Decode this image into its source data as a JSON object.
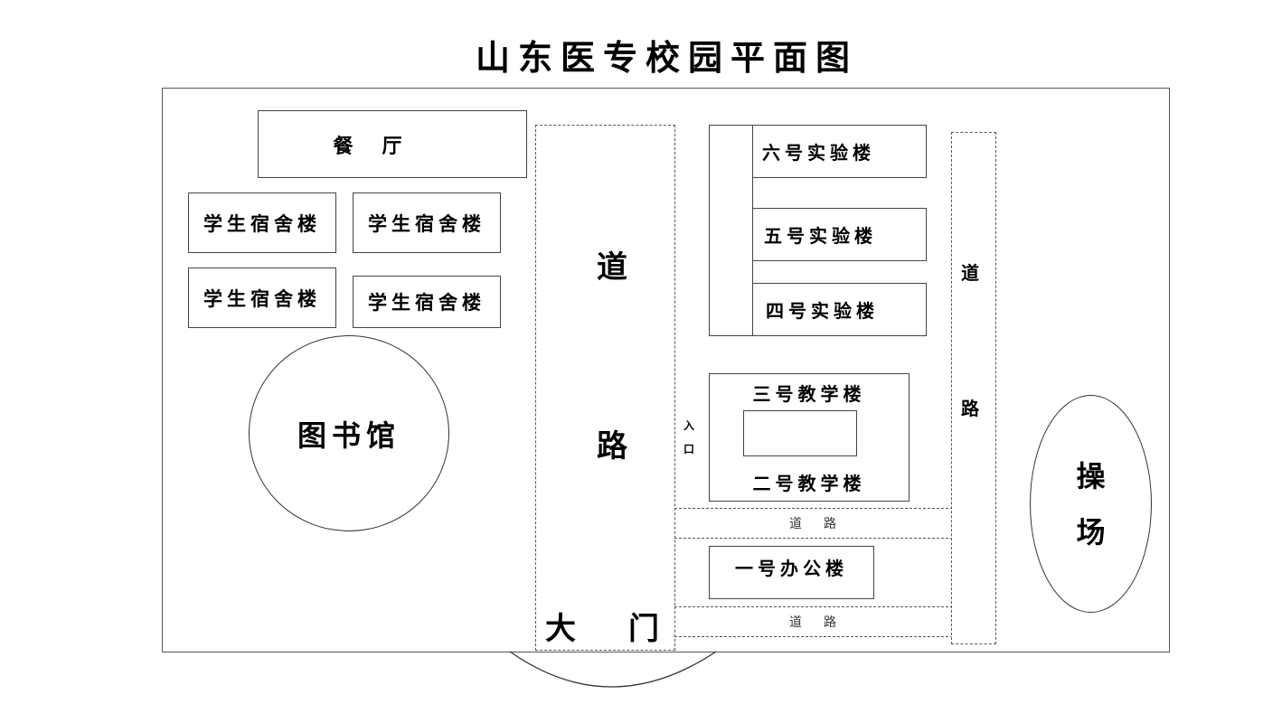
{
  "title": "山东医专校园平面图",
  "buildings": {
    "canteen": "餐　厅",
    "dorms": [
      "学生宿舍楼",
      "学生宿舍楼",
      "学生宿舍楼",
      "学生宿舍楼"
    ],
    "library": "图书馆",
    "lab6": "六号实验楼",
    "lab5": "五号实验楼",
    "lab4": "四号实验楼",
    "teaching3": "三号教学楼",
    "teaching2": "二号教学楼",
    "office1": "一号办公楼",
    "playground": [
      "操",
      "场"
    ]
  },
  "roads": {
    "main_road": [
      "道",
      "路"
    ],
    "east_road": [
      "道",
      "路"
    ],
    "horizontal_road_1": [
      "道",
      "路"
    ],
    "horizontal_road_2": [
      "道",
      "路"
    ]
  },
  "entrance": [
    "入",
    "口"
  ],
  "main_gate": [
    "大",
    "门"
  ]
}
